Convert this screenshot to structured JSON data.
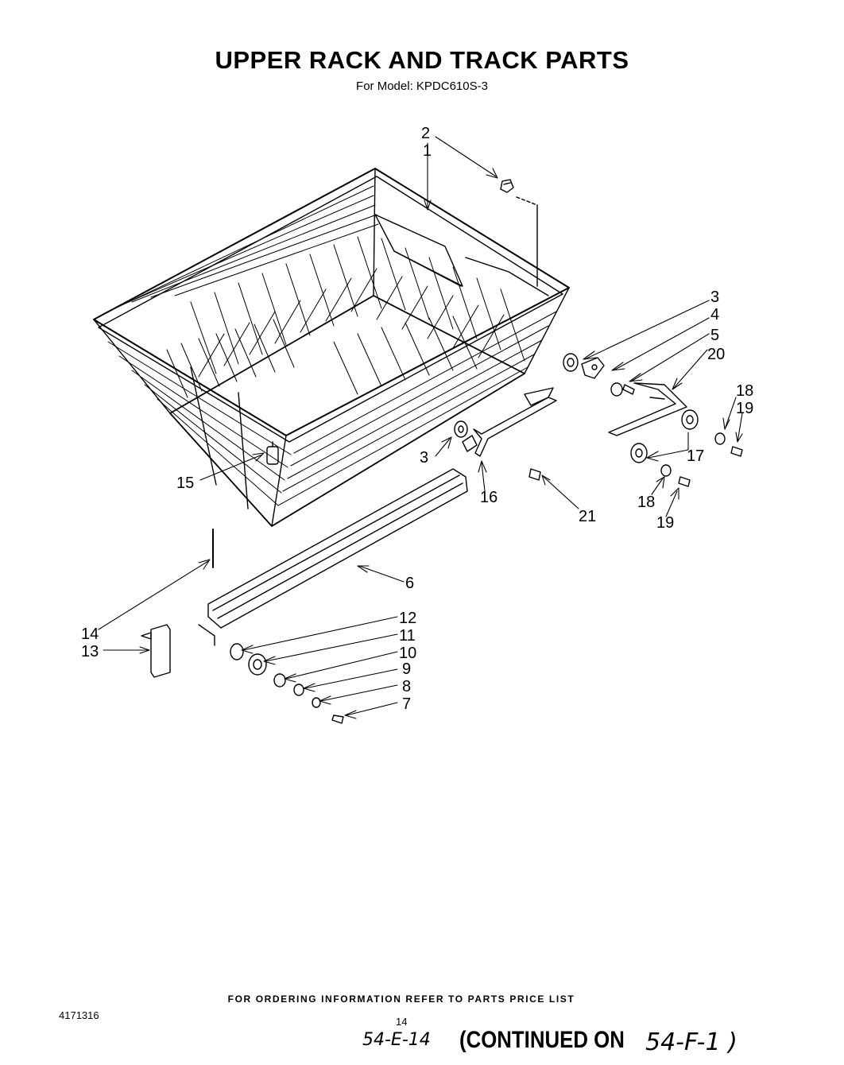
{
  "header": {
    "title": "UPPER RACK AND TRACK PARTS",
    "subtitle": "For Model: KPDC610S-3"
  },
  "callouts": [
    "2",
    "1",
    "3",
    "4",
    "5",
    "20",
    "18",
    "19",
    "17",
    "3",
    "15",
    "16",
    "21",
    "18",
    "19",
    "6",
    "14",
    "13",
    "12",
    "11",
    "10",
    "9",
    "8",
    "7"
  ],
  "footer": {
    "ordering_note": "FOR ORDERING INFORMATION REFER TO PARTS PRICE LIST",
    "doc_number": "4171316",
    "page_number": "14",
    "handwritten_left": "54-E-14",
    "continued_label": "(CONTINUED ON",
    "handwritten_right": "54-F-1 )"
  }
}
